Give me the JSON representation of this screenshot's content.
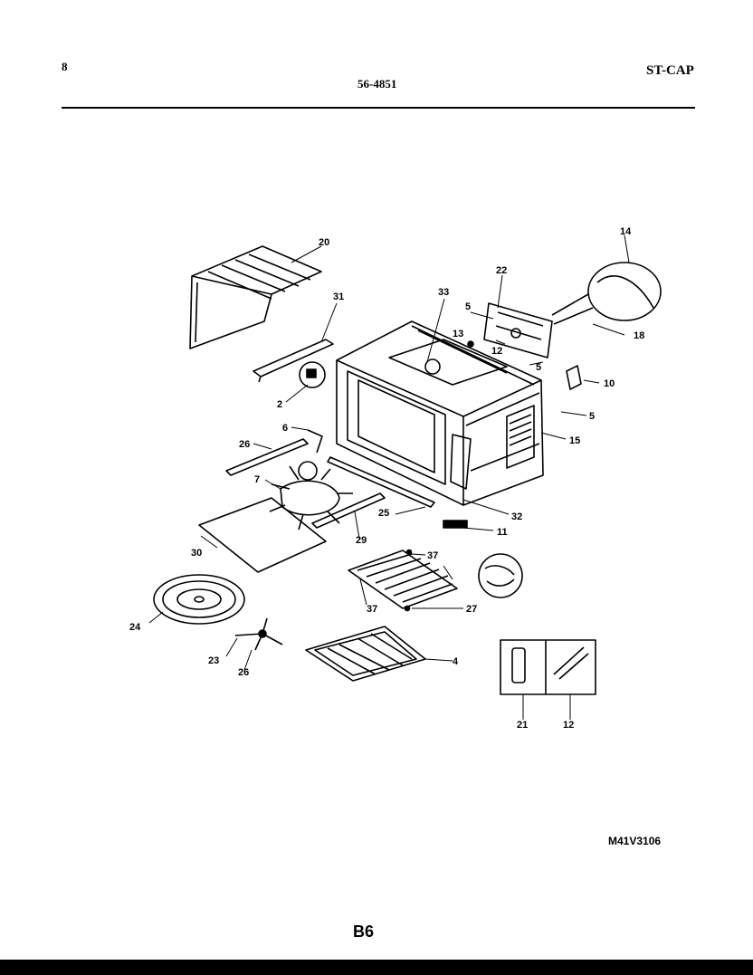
{
  "header": {
    "left": "8",
    "center": "56-4851",
    "right": "ST-CAP"
  },
  "footer": {
    "model_code": "M41V3106",
    "page_number": "B6"
  },
  "callouts": {
    "c20": "20",
    "c31": "31",
    "c33": "33",
    "c22": "22",
    "c14": "14",
    "c5a": "5",
    "c13": "13",
    "c12a": "12",
    "c5b": "5",
    "c18": "18",
    "c10": "10",
    "c5c": "5",
    "c15": "15",
    "c2": "2",
    "c6": "6",
    "c26a": "26",
    "c7": "7",
    "c25": "25",
    "c32": "32",
    "c11": "11",
    "c29": "29",
    "c30": "30",
    "c37a": "37",
    "c37b": "37",
    "c27": "27",
    "c24": "24",
    "c23": "23",
    "c26b": "26",
    "c4": "4",
    "c21": "21",
    "c12b": "12"
  }
}
